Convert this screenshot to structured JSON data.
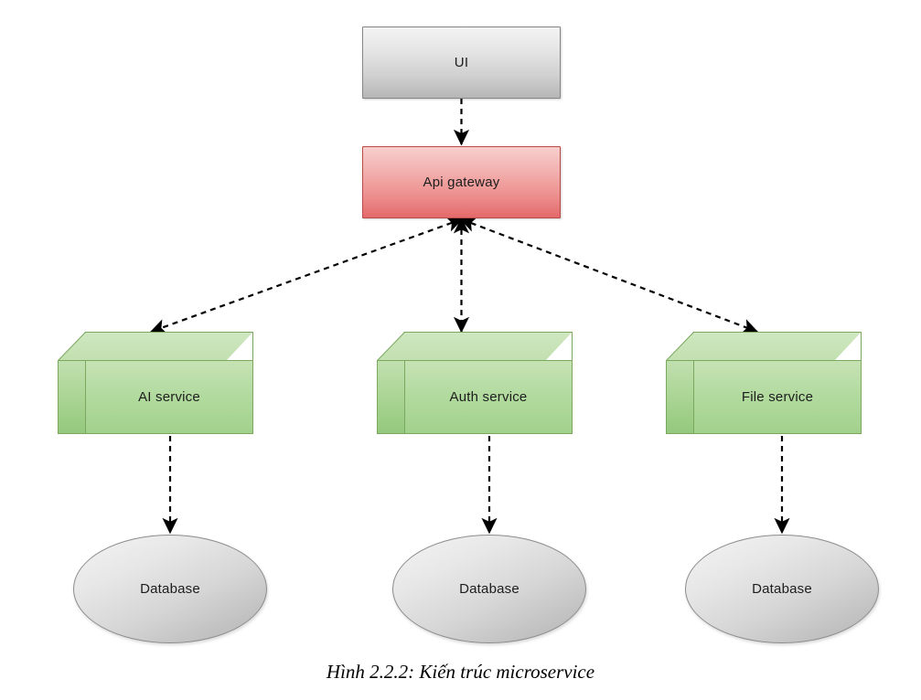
{
  "diagram": {
    "title_caption": "Hình 2.2.2: Kiến trúc microservice",
    "background_color": "#ffffff",
    "nodes": {
      "ui": {
        "label": "UI",
        "shape": "rectangle",
        "fill": "#d8d8d8",
        "border": "#868686"
      },
      "gateway": {
        "label": "Api gateway",
        "shape": "rectangle",
        "fill": "#ec8e8d",
        "border": "#b94a48"
      },
      "ai_service": {
        "label": "AI service",
        "shape": "cube-3d",
        "fill": "#b3dba0",
        "border": "#7aa85f"
      },
      "auth_service": {
        "label": "Auth service",
        "shape": "cube-3d",
        "fill": "#b3dba0",
        "border": "#7aa85f"
      },
      "file_service": {
        "label": "File service",
        "shape": "cube-3d",
        "fill": "#b3dba0",
        "border": "#7aa85f"
      },
      "db_ai": {
        "label": "Database",
        "shape": "ellipse",
        "fill": "#d6d6d6",
        "border": "#8c8c8c"
      },
      "db_auth": {
        "label": "Database",
        "shape": "ellipse",
        "fill": "#d6d6d6",
        "border": "#8c8c8c"
      },
      "db_file": {
        "label": "Database",
        "shape": "ellipse",
        "fill": "#d6d6d6",
        "border": "#8c8c8c"
      }
    },
    "edges": [
      {
        "from": "ui",
        "to": "gateway",
        "style": "dashed",
        "arrow": "end",
        "color": "#000000"
      },
      {
        "from": "gateway",
        "to": "ai_service",
        "style": "dashed",
        "arrow": "both",
        "color": "#000000"
      },
      {
        "from": "gateway",
        "to": "auth_service",
        "style": "dashed",
        "arrow": "both",
        "color": "#000000"
      },
      {
        "from": "gateway",
        "to": "file_service",
        "style": "dashed",
        "arrow": "both",
        "color": "#000000"
      },
      {
        "from": "ai_service",
        "to": "db_ai",
        "style": "dashed",
        "arrow": "end",
        "color": "#000000"
      },
      {
        "from": "auth_service",
        "to": "db_auth",
        "style": "dashed",
        "arrow": "end",
        "color": "#000000"
      },
      {
        "from": "file_service",
        "to": "db_file",
        "style": "dashed",
        "arrow": "end",
        "color": "#000000"
      }
    ]
  }
}
